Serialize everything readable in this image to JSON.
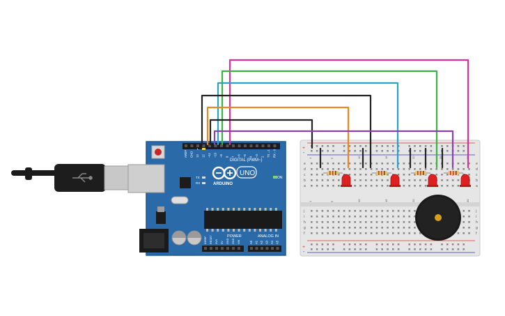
{
  "board": {
    "brand": "ARDUINO",
    "model": "UNO",
    "digital_label": "DIGITAL (PWM~)",
    "analog_label": "ANALOG IN",
    "power_label": "POWER",
    "on_label": "ON",
    "l_label": "L",
    "tx_label": "TX",
    "rx_label": "RX",
    "top_pin_labels": [
      "AREF",
      "GND",
      "13",
      "12",
      "~11",
      "~10",
      "~9",
      "8",
      "7",
      "~6",
      "~5",
      "4",
      "~3",
      "2",
      "TX→1",
      "RX←0"
    ],
    "power_pin_labels": [
      "IOREF",
      "RESET",
      "3V3",
      "5V",
      "GND",
      "GND",
      "VIN"
    ],
    "analog_pin_labels": [
      "A0",
      "A1",
      "A2",
      "A3",
      "A4",
      "A5"
    ],
    "colors": {
      "pcb": "#2b6aa8",
      "pcb_dark": "#1f5590",
      "header": "#1c1c1c"
    }
  },
  "breadboard": {
    "row_letters_top": [
      "a",
      "b",
      "c",
      "d",
      "e"
    ],
    "row_letters_bottom": [
      "f",
      "g",
      "h",
      "i",
      "j"
    ],
    "rail_plus": "+",
    "rail_minus": "-",
    "column_numbers": [
      "1",
      "5",
      "10",
      "15",
      "20",
      "25",
      "30"
    ]
  },
  "components": {
    "leds": 4,
    "resistors": 4,
    "buzzer": 1,
    "led_color": "#e02020",
    "resistor_color": "#e8c070"
  },
  "wires": {
    "colors": {
      "magenta": "#d63399",
      "green": "#3cb043",
      "blue": "#2aa0c8",
      "black": "#222222",
      "orange": "#e88a1a",
      "purple": "#8a3fb5"
    }
  }
}
